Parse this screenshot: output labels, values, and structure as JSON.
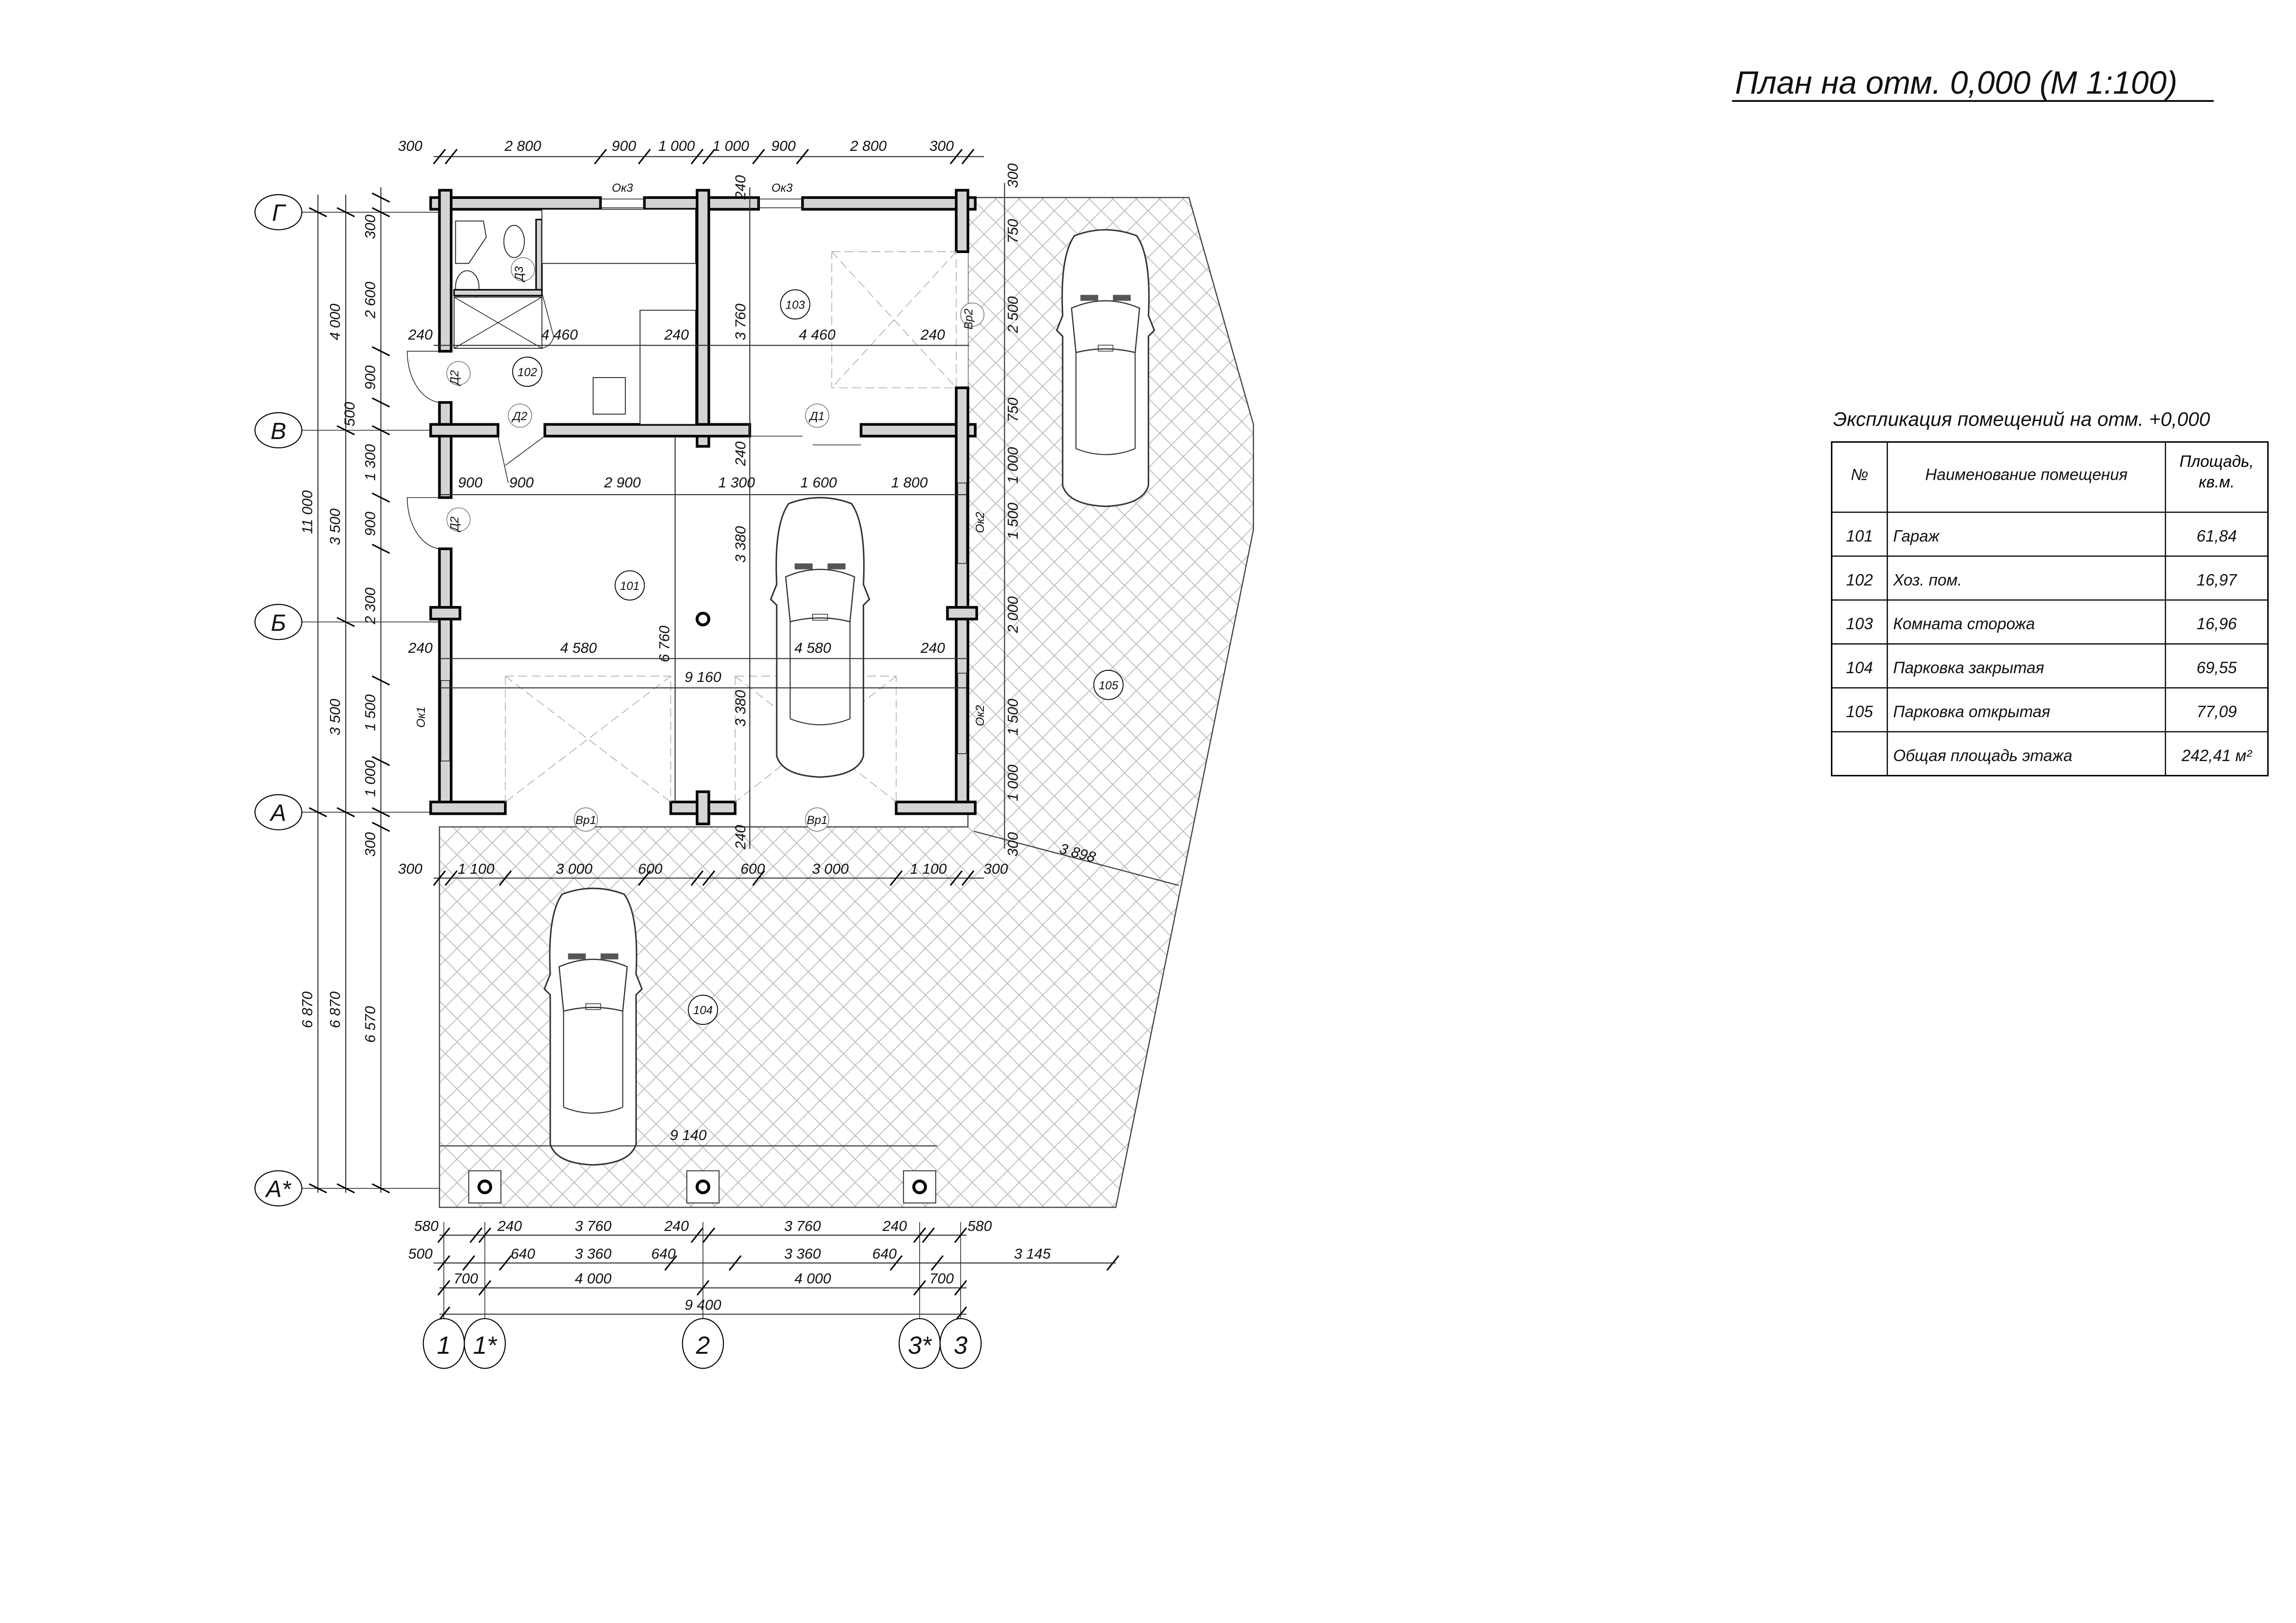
{
  "title": "План на отм. 0,000 (М 1:100)",
  "explication": {
    "caption": "Экспликация помещений на отм. +0,000",
    "headers": {
      "num": "№",
      "name": "Наименование помещения",
      "area": "Площадь, кв.м."
    },
    "rows": [
      {
        "num": "101",
        "name": "Гараж",
        "area": "61,84"
      },
      {
        "num": "102",
        "name": "Хоз. пом.",
        "area": "16,97"
      },
      {
        "num": "103",
        "name": "Комната сторожа",
        "area": "16,96"
      },
      {
        "num": "104",
        "name": "Парковка закрытая",
        "area": "69,55"
      },
      {
        "num": "105",
        "name": "Парковка открытая",
        "area": "77,09"
      }
    ],
    "total": {
      "label": "Общая площадь этажа",
      "area": "242,41 м²"
    }
  },
  "axes": {
    "rows": [
      "Г",
      "В",
      "Б",
      "А",
      "А*"
    ],
    "columns": [
      "1",
      "1*",
      "2",
      "3*",
      "3"
    ]
  },
  "rooms": [
    "101",
    "102",
    "103",
    "104",
    "105"
  ],
  "openings": [
    "Ок3",
    "Ок3",
    "Д2",
    "Д2",
    "Д3",
    "Д1",
    "Д2",
    "Вр2",
    "Вр1",
    "Вр1",
    "Ок2",
    "Ок2",
    "Ок1"
  ],
  "dimensions": {
    "top": [
      "300",
      "2 800",
      "900",
      "1 000",
      "1 000",
      "900",
      "2 800",
      "300"
    ],
    "inner1": [
      "240",
      "4 460",
      "240",
      "4 460",
      "240"
    ],
    "inner2": [
      "900",
      "900",
      "2 900",
      "1 300",
      "1 600",
      "1 800"
    ],
    "inner3": [
      "240",
      "4 580",
      "4 580",
      "240"
    ],
    "inner_total": [
      "9 160"
    ],
    "below_building": [
      "300",
      "1 100",
      "3 000",
      "600",
      "600",
      "3 000",
      "1 100",
      "300"
    ],
    "parking": [
      "9 140"
    ],
    "bottom1": [
      "580",
      "240",
      "3 760",
      "240",
      "3 760",
      "240",
      "580"
    ],
    "bottom2": [
      "500",
      "640",
      "3 360",
      "640",
      "3 360",
      "640",
      "3 145"
    ],
    "bottom3": [
      "700",
      "4 000",
      "4 000",
      "700"
    ],
    "bottom4": [
      "9 400"
    ],
    "vertical_center": [
      "240",
      "3 760",
      "240",
      "3 380",
      "6 760",
      "3 380",
      "240"
    ],
    "vertical_right": [
      "300",
      "750",
      "2 500",
      "750",
      "1 000",
      "1 500",
      "2 000",
      "1 500",
      "1 000",
      "300"
    ],
    "left_outer": [
      "11 000",
      "6 870"
    ],
    "left_mid": [
      "4 000",
      "500",
      "3 500",
      "3 500",
      "6 870"
    ],
    "left_inner": [
      "300",
      "2 600",
      "900",
      "1 300",
      "900",
      "2 300",
      "1 500",
      "1 000",
      "300",
      "6 570"
    ],
    "diagonal": [
      "3 898"
    ]
  }
}
